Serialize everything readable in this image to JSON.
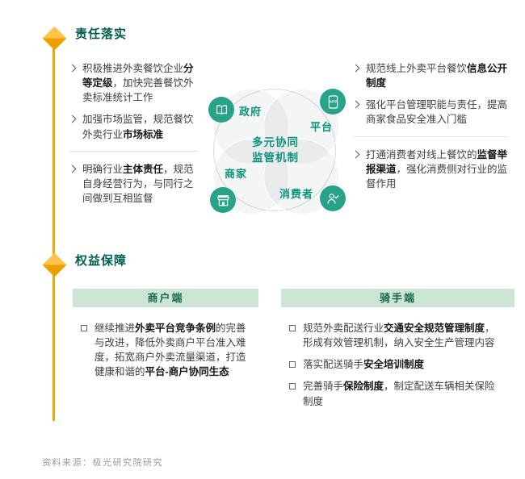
{
  "palette": {
    "accent_orange": "#F5A700",
    "teal": "#28A38A",
    "teal_text": "#0A937B",
    "dark_green_title": "#00614E",
    "panel_header_bg": "#CDE5D4",
    "panel_header_text": "#17694C",
    "body_text": "#404040",
    "emphasis_text": "#161616",
    "muted_text": "#9B9B9B"
  },
  "section_responsibility": {
    "title": "责任落实",
    "left_bullets": [
      {
        "segments": [
          {
            "t": "积极推进外卖餐饮企业",
            "b": false
          },
          {
            "t": "分等定级",
            "b": true
          },
          {
            "t": "，加快完善餐饮外卖标准统计工作",
            "b": false
          }
        ]
      },
      {
        "segments": [
          {
            "t": "加强市场监管，规范餐饮外卖行业",
            "b": false
          },
          {
            "t": "市场标准",
            "b": true
          }
        ]
      },
      {
        "divider_before": true,
        "segments": [
          {
            "t": "明确行业",
            "b": false
          },
          {
            "t": "主体责任",
            "b": true
          },
          {
            "t": "，规范自身经营行为，与同行之间做到互相监督",
            "b": false
          }
        ]
      }
    ],
    "right_bullets": [
      {
        "segments": [
          {
            "t": "规范线上外卖平台餐饮",
            "b": false
          },
          {
            "t": "信息公开制度",
            "b": true
          }
        ]
      },
      {
        "segments": [
          {
            "t": "强化平台管理职能与责任，提高商家食品安全准入门槛",
            "b": false
          }
        ]
      },
      {
        "divider_before": true,
        "segments": [
          {
            "t": "打通消费者对线上餐饮的",
            "b": false
          },
          {
            "t": "监督举报渠道",
            "b": true
          },
          {
            "t": "，强化消费侧对行业的监督作用",
            "b": false
          }
        ]
      }
    ],
    "diagram": {
      "center_line1": "多元协同",
      "center_line2": "监管机制",
      "nodes": [
        {
          "label": "政府",
          "icon": "government-book-icon"
        },
        {
          "label": "平台",
          "icon": "platform-app-icon"
        },
        {
          "label": "商家",
          "icon": "merchant-storefront-icon"
        },
        {
          "label": "消费者",
          "icon": "consumer-person-icon"
        }
      ]
    }
  },
  "section_rights": {
    "title": "权益保障",
    "columns": [
      {
        "header": "商户端",
        "bullets": [
          {
            "segments": [
              {
                "t": "继续推进",
                "b": false
              },
              {
                "t": "外卖平台竞争条例",
                "b": true
              },
              {
                "t": "的完善与改进，降低外卖商户平台准入难度，拓宽商户外卖流量渠道，打造健康和谐的",
                "b": false
              },
              {
                "t": "平台-商户协同生态",
                "b": true
              }
            ]
          }
        ]
      },
      {
        "header": "骑手端",
        "bullets": [
          {
            "segments": [
              {
                "t": "规范外卖配送行业",
                "b": false
              },
              {
                "t": "交通安全规范管理制度",
                "b": true
              },
              {
                "t": "，形成有效管理机制，纳入安全生产管理内容",
                "b": false
              }
            ]
          },
          {
            "segments": [
              {
                "t": "落实配送骑手",
                "b": false
              },
              {
                "t": "安全培训制度",
                "b": true
              }
            ]
          },
          {
            "segments": [
              {
                "t": "完善骑手",
                "b": false
              },
              {
                "t": "保险制度",
                "b": true
              },
              {
                "t": "，制定配送车辆相关保险制度",
                "b": false
              }
            ]
          }
        ]
      }
    ]
  },
  "source": "资料来源：极光研究院研究"
}
